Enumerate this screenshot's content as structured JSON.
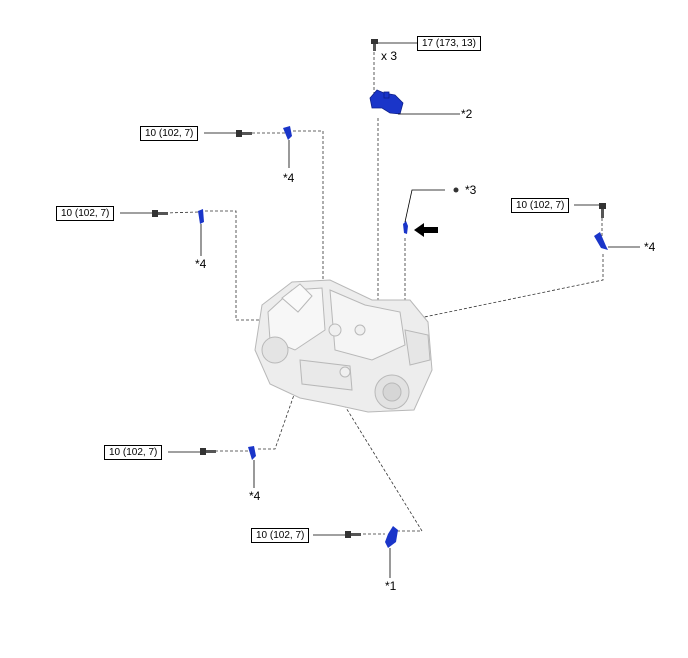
{
  "torque_specs": {
    "mount_bolt": "17 (173, 13)",
    "bracket_top_left": "10 (102, 7)",
    "bracket_mid_left": "10 (102, 7)",
    "bracket_right": "10 (102, 7)",
    "bracket_lower_left": "10 (102, 7)",
    "bracket_bottom": "10 (102, 7)"
  },
  "quantity_label": "x 3",
  "callouts": {
    "mount_bracket": "*2",
    "sensor": "*3",
    "clamp_top_left": "*4",
    "clamp_mid_left": "*4",
    "clamp_right": "*4",
    "clamp_lower_left": "*4",
    "clamp_bottom": "*1"
  },
  "colors": {
    "part_highlight": "#1a35c9",
    "line": "#333333",
    "transmission": "#e8e8e8"
  },
  "icons": [
    "bolt-icon",
    "arrow-left-icon",
    "transmission-illustration",
    "bracket-icon",
    "clamp-icon"
  ]
}
